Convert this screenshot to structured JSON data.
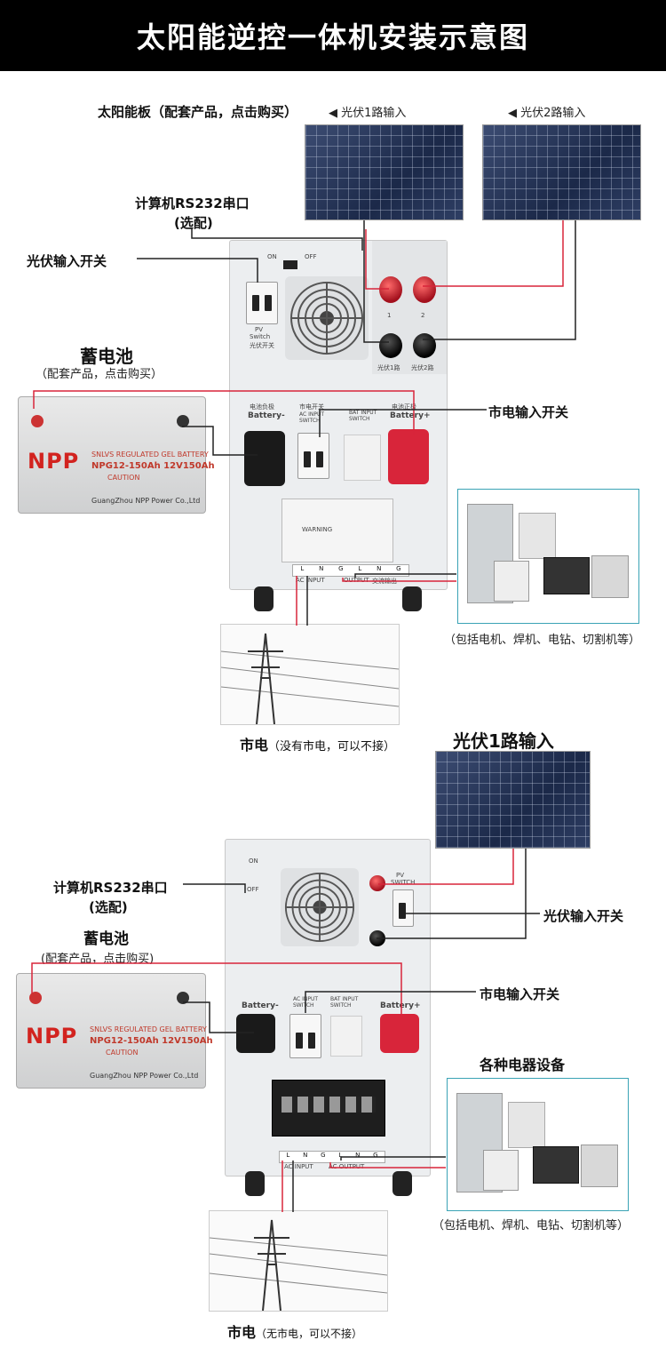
{
  "title": "太阳能逆控一体机安装示意图",
  "top": {
    "solar_panel_label": "太阳能板（配套产品，点击购买）",
    "pv1_input": "光伏1路输入",
    "pv2_input": "光伏2路输入",
    "rs232_label": "计算机RS232串口",
    "rs232_sub": "(选配)",
    "pv_switch_label": "光伏输入开关",
    "battery_label": "蓄电池",
    "battery_sub": "（配套产品，点击购买）",
    "mains_switch_label": "市电输入开关",
    "appliances_note": "（包括电机、焊机、电钻、切割机等）",
    "grid_label": "市电",
    "grid_sub": "（没有市电，可以不接）",
    "cabinet": {
      "on": "ON",
      "off": "OFF",
      "pv": "PV",
      "switch": "Switch",
      "pv_switch_cn": "光伏开关",
      "bat_neg_cn": "电池负极",
      "bat_neg": "Battery-",
      "bat_pos_cn": "电池正极",
      "bat_pos": "Battery+",
      "ac_switch_cn": "市电开关",
      "ac_input_switch": "AC INPUT SWITCH",
      "bat_input_switch": "BAT INPUT SWITCH",
      "pv_num1": "1",
      "pv_num2": "2",
      "pv_cn1": "光伏1路",
      "pv_cn2": "光伏2路",
      "warning": "WARNING",
      "ac_input": "AC INPUT",
      "output": "OUTPUT",
      "output_cn": "交流输出",
      "terms": [
        "L",
        "N",
        "G",
        "L",
        "N",
        "G"
      ]
    }
  },
  "bottom": {
    "pv1_input": "光伏1路输入",
    "rs232_label": "计算机RS232串口",
    "rs232_sub": "(选配)",
    "pv_switch_label": "光伏输入开关",
    "battery_label": "蓄电池",
    "battery_sub": "(配套产品，点击购买)",
    "mains_switch_label": "市电输入开关",
    "appliances_label": "各种电器设备",
    "appliances_note": "（包括电机、焊机、电钻、切割机等）",
    "grid_label": "市电",
    "grid_sub": "（无市电，可以不接）",
    "cabinet": {
      "on": "ON",
      "off": "OFF",
      "pv": "PV",
      "switch": "SWITCH",
      "bat_neg": "Battery-",
      "bat_pos": "Battery+",
      "ac_input_switch": "AC INPUT SWITCH",
      "bat_input_switch": "BAT INPUT SWITCH",
      "ac_input": "AC INPUT",
      "ac_output": "AC OUTPUT",
      "terms": [
        "L",
        "N",
        "G",
        "L",
        "N",
        "G"
      ]
    }
  },
  "battery": {
    "brand": "NPP",
    "line1": "SNLVS REGULATED GEL BATTERY",
    "model": "NPG12-150Ah 12V150Ah",
    "caution": "CAUTION",
    "maker": "GuangZhou NPP Power Co.,Ltd"
  },
  "colors": {
    "wire_red": "#d8253a",
    "wire_black": "#222222",
    "accent": "#3aa3b5"
  }
}
